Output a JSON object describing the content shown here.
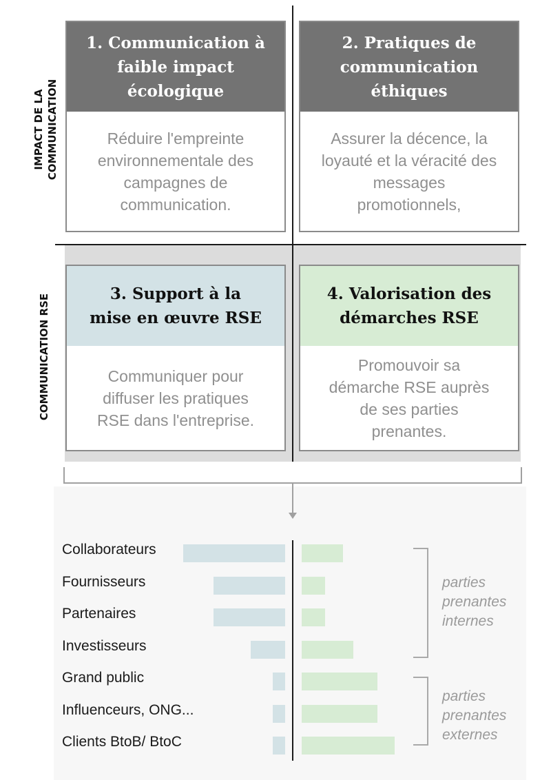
{
  "axes": {
    "top": "IMPACT DE LA COMMUNICATION",
    "bottom": "COMMUNICATION RSE"
  },
  "quadrants": [
    {
      "title": "1. Communication à faible impact écologique",
      "body": "Réduire l'empreinte environnementale des campagnes de communication."
    },
    {
      "title": "2. Pratiques de communication éthiques",
      "body": "Assurer la décence, la loyauté et la véracité des messages promotionnels,"
    },
    {
      "title": "3. Support à la mise en œuvre RSE",
      "body": "Communiquer pour diffuser les pratiques RSE dans l'entreprise."
    },
    {
      "title": "4. Valorisation des démarches RSE",
      "body": "Promouvoir sa démarche RSE auprès de ses parties prenantes."
    }
  ],
  "colors": {
    "gray_header": "#737373",
    "blue_header": "#d3e2e6",
    "green_header": "#d7ecd4",
    "blue_bar": "#d3e2e6",
    "green_bar": "#d7ecd4",
    "rse_band": "#dcdcdc"
  },
  "chart_data": {
    "type": "bar",
    "categories": [
      "Collaborateurs",
      "Fournisseurs",
      "Partenaires",
      "Investisseurs",
      "Grand public",
      "Influenceurs, ONG...",
      "Clients BtoB/ BtoC"
    ],
    "series": [
      {
        "values": [
          148,
          104,
          104,
          50,
          18,
          18,
          18
        ]
      },
      {
        "values": [
          60,
          34,
          34,
          75,
          110,
          110,
          135
        ]
      }
    ],
    "groups": [
      {
        "label": "parties prenantes internes",
        "categories": [
          0,
          3
        ]
      },
      {
        "label": "parties prenantes externes",
        "categories": [
          4,
          6
        ]
      }
    ]
  }
}
